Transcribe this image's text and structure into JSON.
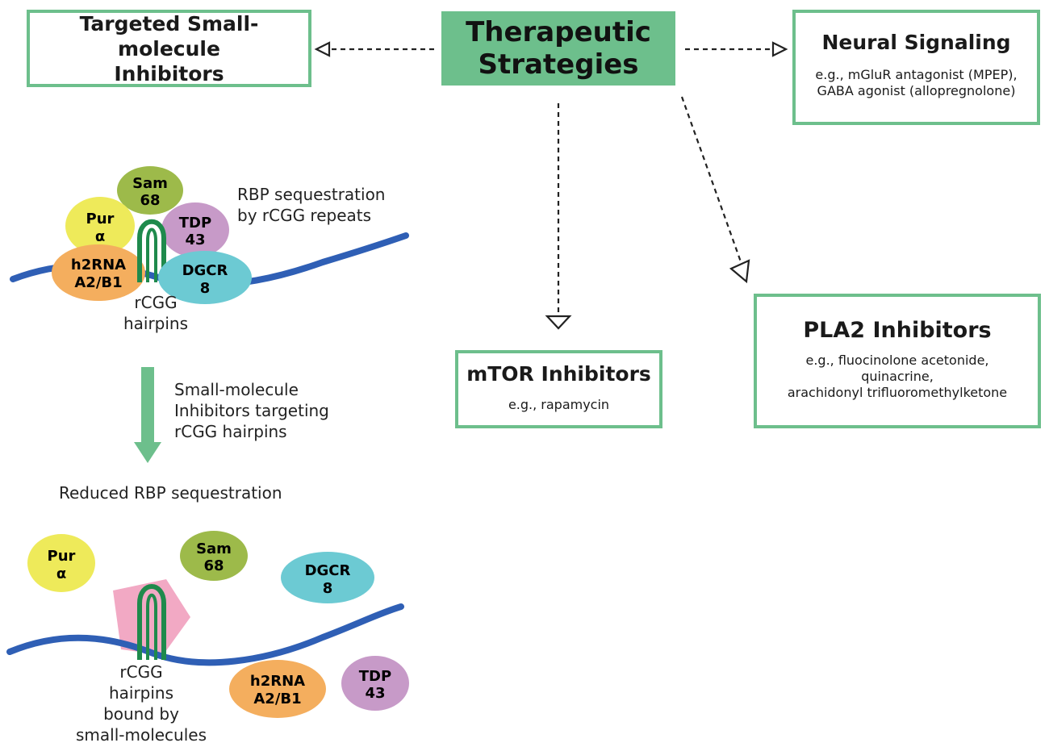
{
  "center": {
    "title_line1": "Therapeutic",
    "title_line2": "Strategies"
  },
  "boxes": {
    "small_molecule": {
      "title_line1": "Targeted Small-molecule",
      "title_line2": "Inhibitors"
    },
    "neural": {
      "title": "Neural Signaling",
      "line1": "e.g., mGluR antagonist (MPEP),",
      "line2": "GABA agonist (allopregnolone)"
    },
    "mtor": {
      "title": "mTOR Inhibitors",
      "line1": "e.g., rapamycin"
    },
    "pla2": {
      "title": "PLA2 Inhibitors",
      "line1": "e.g., fluocinolone acetonide,",
      "line2": "quinacrine,",
      "line3": "arachidonyl trifluoromethylketone"
    }
  },
  "top_panel": {
    "sequestration_line1": "RBP sequestration",
    "sequestration_line2": "by rCGG repeats",
    "hairpin_line1": "rCGG",
    "hairpin_line2": "hairpins"
  },
  "arrow_label": {
    "line1": "Small-molecule",
    "line2": "Inhibitors targeting",
    "line3": "rCGG hairpins"
  },
  "bottom_panel": {
    "reduced_label": "Reduced RBP sequestration",
    "bound_line1": "rCGG",
    "bound_line2": "hairpins",
    "bound_line3": "bound by",
    "bound_line4": "small-molecules"
  },
  "proteins": {
    "pur": {
      "line1": "Pur",
      "line2": "α"
    },
    "sam68": {
      "line1": "Sam",
      "line2": "68"
    },
    "tdp43": {
      "line1": "TDP",
      "line2": "43"
    },
    "h2rna": {
      "line1": "h2RNA",
      "line2": "A2/B1"
    },
    "dgcr8": {
      "line1": "DGCR",
      "line2": "8"
    }
  },
  "colors": {
    "green": "#6dbf8c",
    "rna": "#2f5fb5",
    "hairpin": "#1f8a4c",
    "pur": "#eeea5a",
    "sam68": "#9dba4a",
    "tdp43": "#c79ac8",
    "h2rna": "#f4ae5e",
    "dgcr8": "#6ccad3",
    "drug": "#f2a9c4"
  }
}
